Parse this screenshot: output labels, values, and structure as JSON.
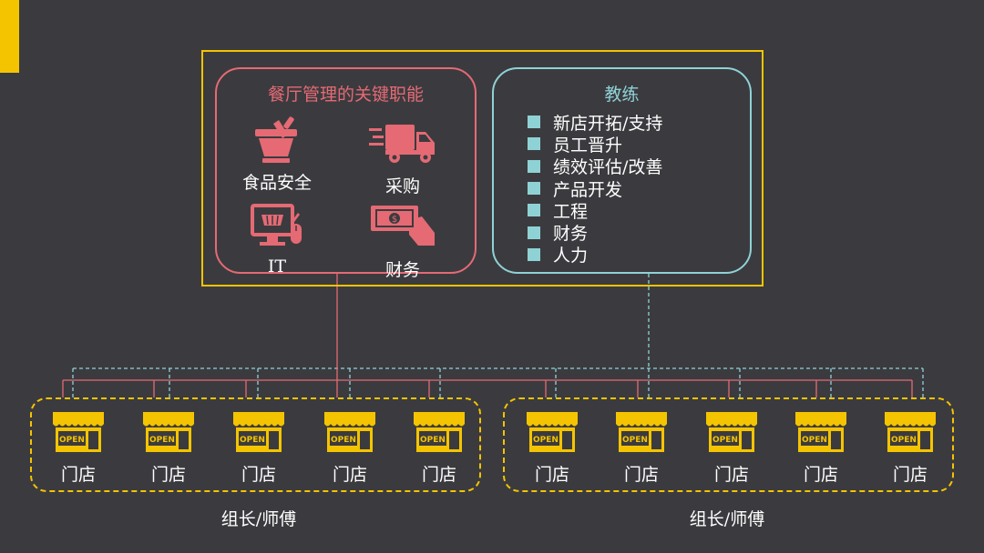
{
  "functions": {
    "title": "餐厅管理的关键职能",
    "items": [
      {
        "label": "食品安全",
        "icon": "food-safety-icon"
      },
      {
        "label": "采购",
        "icon": "delivery-truck-icon"
      },
      {
        "label": "IT",
        "icon": "computer-shopping-icon"
      },
      {
        "label": "财务",
        "icon": "money-hand-icon"
      }
    ]
  },
  "coach": {
    "title": "教练",
    "items": [
      "新店开拓/支持",
      "员工晋升",
      "绩效评估/改善",
      "产品开发",
      "工程",
      "财务",
      "人力"
    ]
  },
  "groups": [
    {
      "label": "组长/师傅",
      "stores": [
        "门店",
        "门店",
        "门店",
        "门店",
        "门店"
      ]
    },
    {
      "label": "组长/师傅",
      "stores": [
        "门店",
        "门店",
        "门店",
        "门店",
        "门店"
      ]
    }
  ],
  "store_sign_text": "OPEN",
  "colors": {
    "background": "#3b3b3f",
    "accent_yellow": "#f5c400",
    "functions_pink": "#e56a74",
    "coach_teal": "#8fd2d6"
  }
}
